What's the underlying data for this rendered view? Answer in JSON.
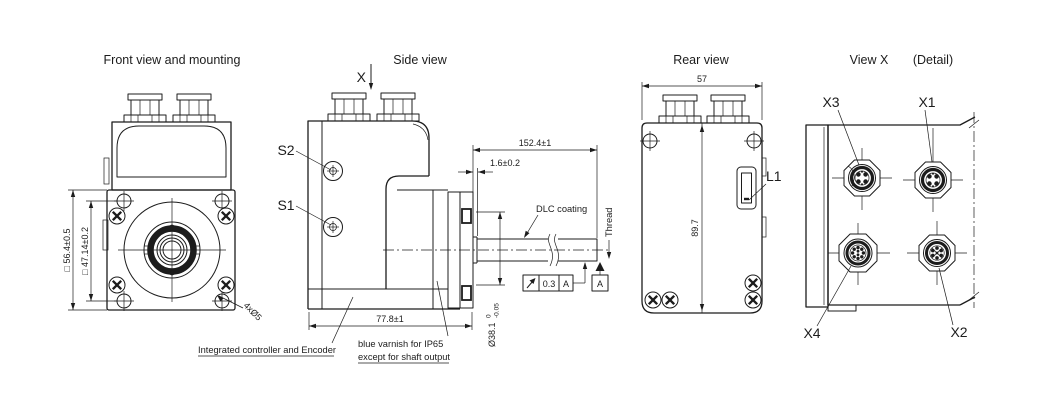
{
  "front": {
    "title": "Front view and mounting",
    "dim_outer_square": "□ 56.4±0.5",
    "dim_mount_square": "□ 47.14±0.2",
    "holes_note": "4xØ5"
  },
  "side": {
    "title": "Side view",
    "view_letter": "X",
    "screw_top_label": "S2",
    "screw_bottom_label": "S1",
    "dim_total_length": "152.4±1",
    "dim_shoulder": "1.6±0.2",
    "dim_body_length": "77.8±1",
    "dim_pilot_diameter": "Ø38.1",
    "dim_pilot_tol_upper": "0",
    "dim_pilot_tol_lower": "-0.05",
    "note_dlc": "DLC coating",
    "note_thread": "Thread",
    "runout_value": "0.3",
    "runout_datum_ref": "A",
    "datum_label": "A",
    "note_controller": "Integrated controller and Encoder",
    "note_varnish_line1": "blue varnish for IP65",
    "note_varnish_line2": "except for shaft output"
  },
  "rear": {
    "title": "Rear view",
    "dim_width": "57",
    "dim_height": "89.7",
    "led_label": "L1"
  },
  "detail": {
    "title": "View X",
    "subtitle": "(Detail)",
    "connector_top_left": "X3",
    "connector_top_right": "X1",
    "connector_bottom_left": "X4",
    "connector_bottom_right": "X2"
  }
}
